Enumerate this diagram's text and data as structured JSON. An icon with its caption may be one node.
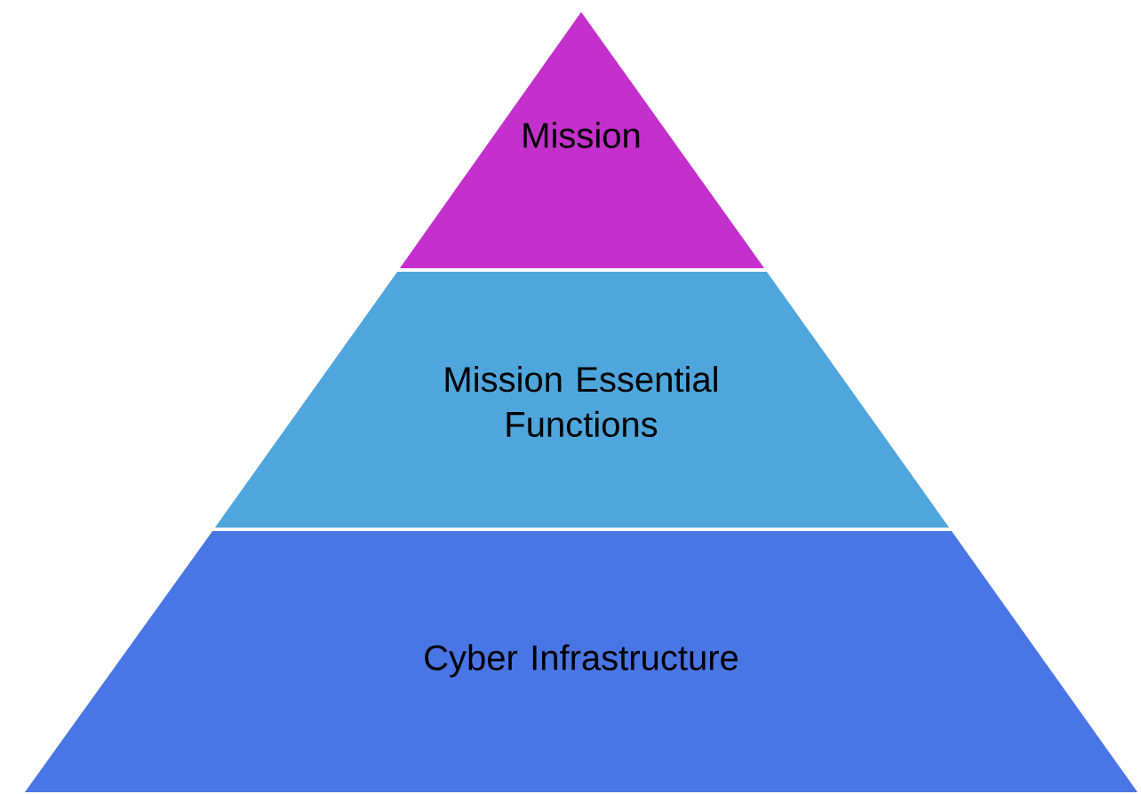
{
  "diagram": {
    "nodes": [
      {
        "text": [
          "Mission"
        ]
      },
      {
        "text": [
          "Mission Essential Functions"
        ]
      },
      {
        "text": [
          "Cyber Infrastructure"
        ]
      }
    ]
  }
}
